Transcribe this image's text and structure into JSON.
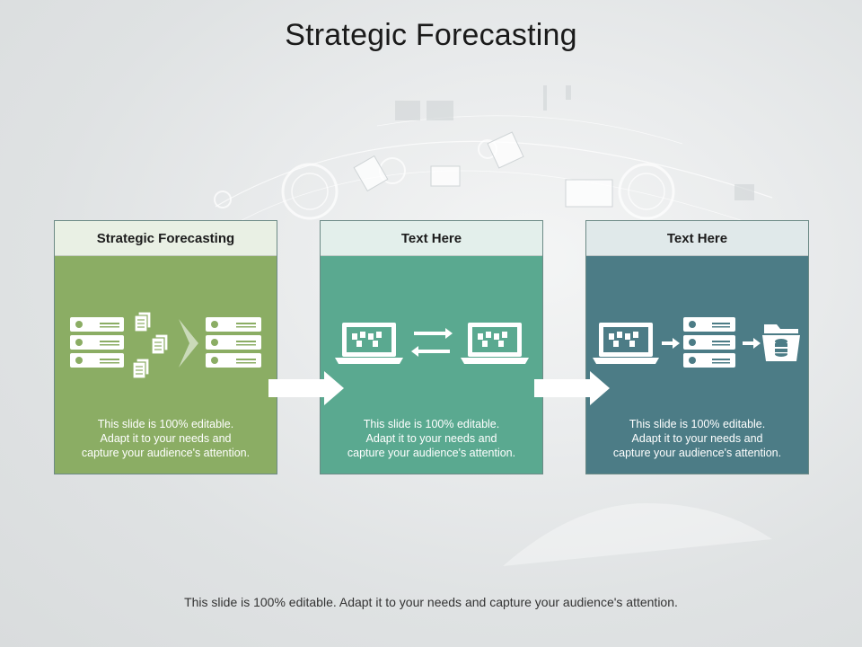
{
  "slide": {
    "title": "Strategic Forecasting",
    "footer": "This slide is 100% editable. Adapt it to your needs and capture your audience's attention."
  },
  "cards": [
    {
      "header": "Strategic Forecasting",
      "text": "This slide is 100% editable.\nAdapt it to your needs and\ncapture your audience's attention.",
      "icons": [
        "server-stack-icon",
        "document-icon",
        "document-icon",
        "document-icon",
        "chevron-right-icon",
        "server-stack-icon"
      ],
      "color": "#8bad64"
    },
    {
      "header": "Text Here",
      "text": "This slide is 100% editable.\nAdapt it to your needs and\ncapture your audience's attention.",
      "icons": [
        "laptop-icon",
        "sync-arrows-icon",
        "laptop-icon"
      ],
      "color": "#5aa990"
    },
    {
      "header": "Text Here",
      "text": "This slide is 100% editable.\nAdapt it to your needs and\ncapture your audience's attention.",
      "icons": [
        "laptop-icon",
        "arrow-right-icon",
        "server-stack-icon",
        "arrow-right-icon",
        "folder-database-icon"
      ],
      "color": "#4c7c86"
    }
  ],
  "connectors": [
    "arrow-right-icon",
    "arrow-right-icon"
  ]
}
